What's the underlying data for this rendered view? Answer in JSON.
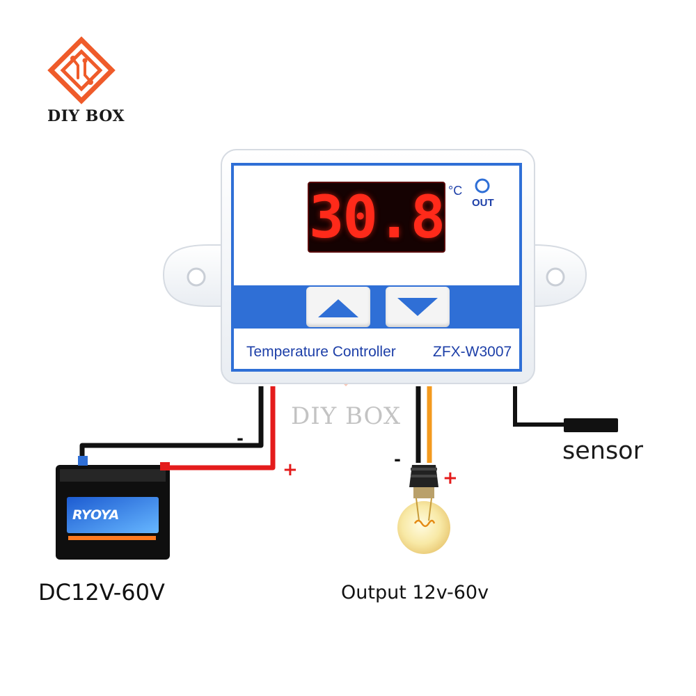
{
  "brand": {
    "name": "DIY BOX",
    "watermark": "DIY BOX"
  },
  "controller": {
    "display_value": "30.8",
    "unit": "°C",
    "out_indicator_label": "OUT",
    "title": "Temperature Controller",
    "model": "ZFX-W3007",
    "buttons": {
      "up": "up-arrow-icon",
      "down": "down-arrow-icon"
    }
  },
  "wiring": {
    "negative_sign": "-",
    "positive_sign": "+",
    "supply_label": "DC12V-60V",
    "output_label": "Output 12v-60v",
    "sensor_label": "sensor"
  },
  "colors": {
    "brand_orange": "#ef5b2a",
    "panel_blue": "#2f6fd6",
    "text_blue": "#1d3fa8",
    "led_red": "#ff2a1a",
    "wire_red": "#e41c1c",
    "wire_orange": "#f39a1e",
    "wire_black": "#111111"
  },
  "battery": {
    "brand": "RYOYA"
  }
}
